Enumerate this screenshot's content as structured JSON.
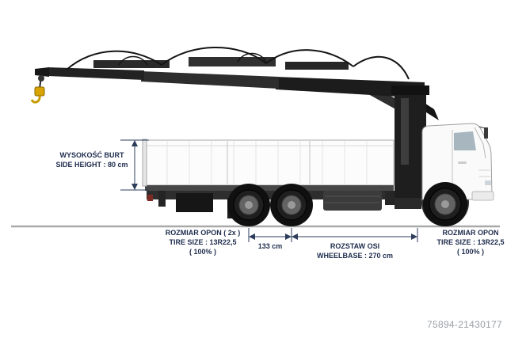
{
  "colors": {
    "background": "#ffffff",
    "annotation_text": "#1e2c4d",
    "dimension_line": "#2e3d5c",
    "ground_line": "#a9a9a9",
    "watermark": "#9aa0a6",
    "hook_accent": "#d9a400"
  },
  "annotations": {
    "side_height": {
      "line1": "WYSOKOŚĆ BURT",
      "line2": "SIDE HEIGHT : 80 cm"
    },
    "rear_tires": {
      "line1": "ROZMIAR OPON ( 2x )",
      "line2": "TIRE SIZE : 13R22,5",
      "line3": "( 100% )"
    },
    "axle_spacing": {
      "value": "133 cm"
    },
    "wheelbase": {
      "line1": "ROZSTAW OSI",
      "line2": "WHEELBASE : 270 cm"
    },
    "front_tire": {
      "line1": "ROZMIAR OPON",
      "line2": "TIRE SIZE : 13R22,5",
      "line3": "( 100% )"
    }
  },
  "watermark": {
    "id_text": "75894-21430177"
  }
}
